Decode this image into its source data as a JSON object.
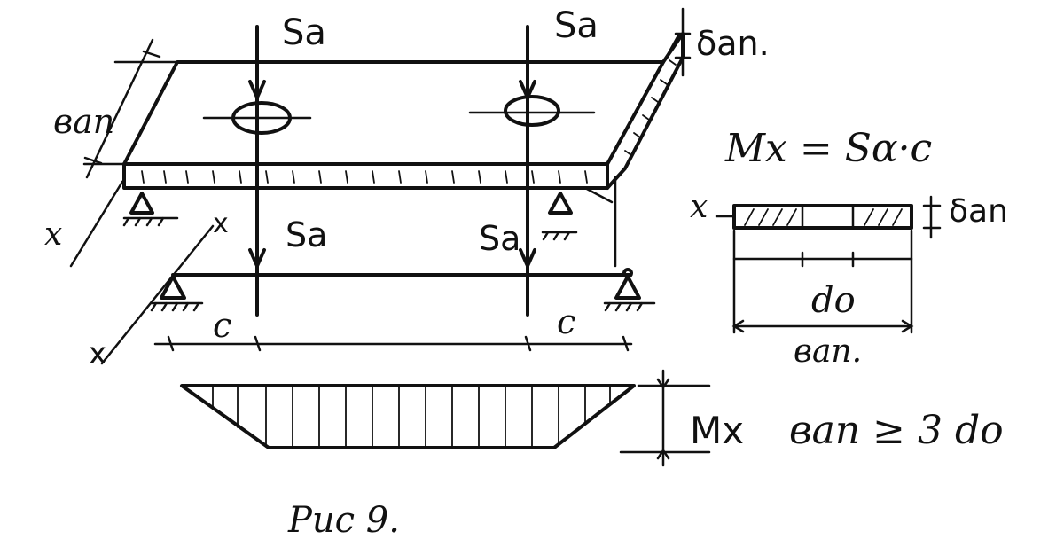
{
  "labels": {
    "load_top_left": "Sa",
    "load_top_right": "Sa",
    "thickness_top": "δan.",
    "width_left": "вan",
    "axis_x_upper": "x",
    "axis_x_mid": "x",
    "axis_x_lower": "x",
    "load_beam_left": "Sa",
    "load_beam_right": "Sa",
    "span_left": "c",
    "span_right": "c",
    "formula_moment": "Mx = Sα·c",
    "section_x": "x",
    "section_thickness": "δan",
    "section_hole": "do",
    "section_width": "вan.",
    "moment_label": "Mx",
    "condition": "вan ≥ 3 do",
    "caption": "Рис 9."
  }
}
